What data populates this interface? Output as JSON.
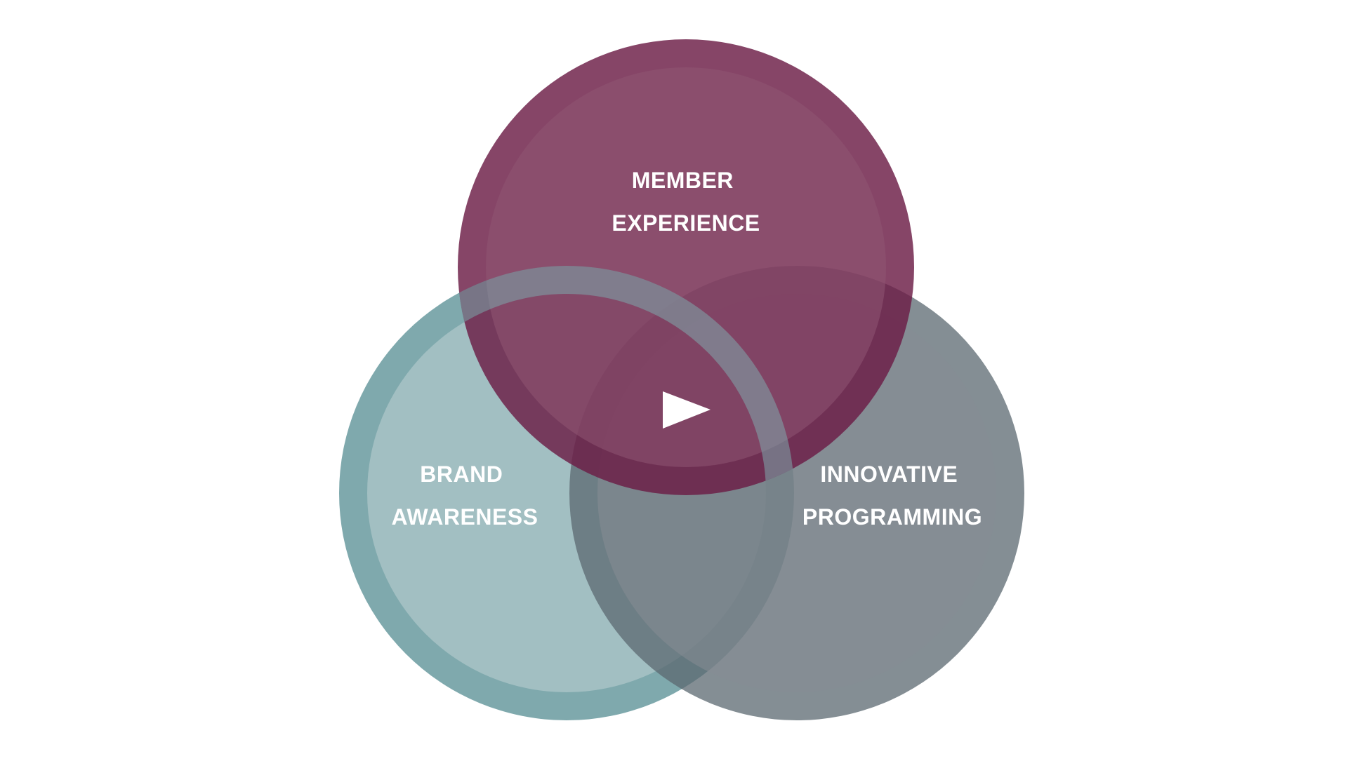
{
  "diagram": {
    "circles": [
      {
        "id": "member-experience",
        "label_lines": [
          "MEMBER",
          "EXPERIENCE"
        ],
        "ring_color": "#6b1c45",
        "fill_color": "#8f5672"
      },
      {
        "id": "brand-awareness",
        "label_lines": [
          "BRAND",
          "AWARENESS"
        ],
        "ring_color": "#7fa9ad",
        "fill_color": "#a2bfc2"
      },
      {
        "id": "innovative-programming",
        "label_lines": [
          "INNOVATIVE",
          "PROGRAMMING"
        ],
        "ring_color": "#5b6870",
        "fill_color": "#878d93"
      }
    ],
    "center_control": {
      "icon": "play-icon",
      "color": "#ffffff"
    },
    "background": "#ffffff"
  }
}
